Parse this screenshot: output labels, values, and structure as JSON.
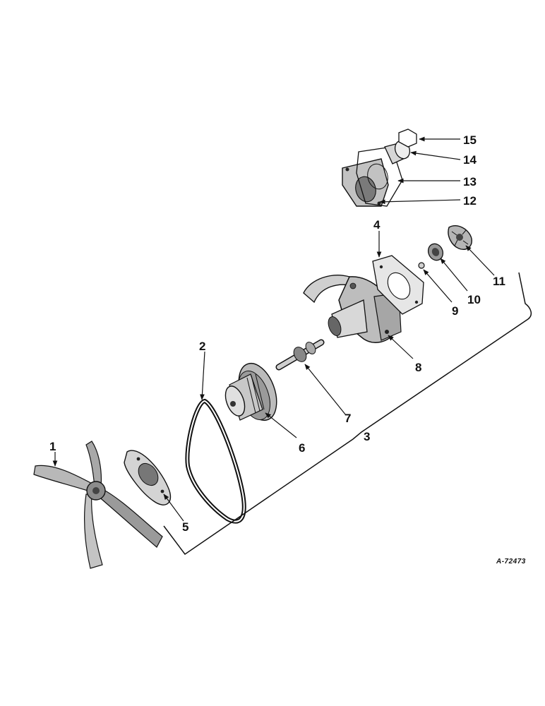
{
  "figure_id": "A-72473",
  "callouts": {
    "c1": "1",
    "c2": "2",
    "c3": "3",
    "c4": "4",
    "c5": "5",
    "c6": "6",
    "c7": "7",
    "c8": "8",
    "c9": "9",
    "c10": "10",
    "c11": "11",
    "c12": "12",
    "c13": "13",
    "c14": "14",
    "c15": "15"
  }
}
